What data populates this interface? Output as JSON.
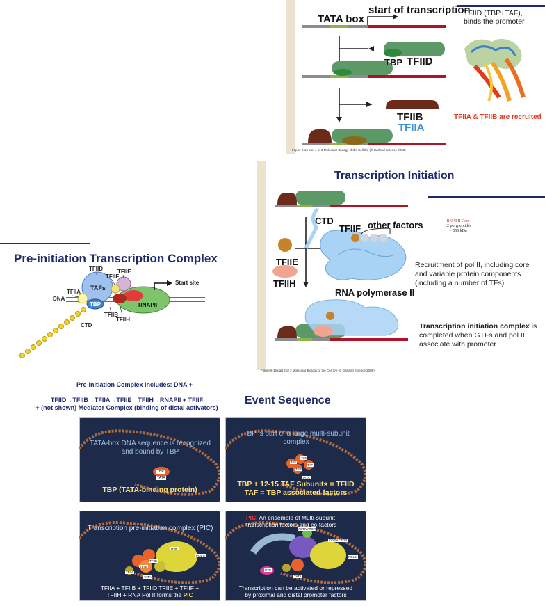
{
  "panel_tfiid": {
    "tata_box": "TATA box",
    "start_of_transcription": "start of transcription",
    "tbp": "TBP",
    "tfiid": "TFIID",
    "tfiib": "TFIIB",
    "tfiia": "TFIIA",
    "tfiid_note": "TFIID (TBP+TAF), binds the promoter",
    "recruited_note": "TFIIA & TFIIB are recruited",
    "figure_caption": "Figure 6-16 part 1 of 3  Molecular Biology of the Cell 5/e (© Garland Science 2008)",
    "colors": {
      "dna_gray": "#8c8c8c",
      "dna_red": "#b01227",
      "tata_green": "#8fb24a",
      "tbp_green": "#5b9a66",
      "tfiib_brown": "#6b2a1a",
      "tfiia_blue": "#3a8fd8",
      "note_red": "#e03a1e"
    }
  },
  "panel_initiation": {
    "title": "Transcription Initiation",
    "ctd": "CTD",
    "tfiif": "TFIIF",
    "other_factors": "other factors",
    "tfiie": "TFIIE",
    "tfiih": "TFIIH",
    "rna_polymerase": "RNA polymerase II",
    "rnapii_core_title": "RNAPII Core",
    "rnapii_core_line2": "12 polypeptides",
    "rnapii_core_line3": "~ 550 kDa",
    "recruitment_note": "Recruitment of pol II, including core and variable protein components (including a number of TFs).",
    "complex_bold": "Transcription initiation complex",
    "complex_rest": "is completed when GTFs and pol II associate with promoter",
    "figure_caption": "Figure 6-16 part 2 of 3  Molecular Biology of the Cell 5/e (© Garland Science 2008)"
  },
  "panel_pic": {
    "title": "Pre-initiation Transcription Complex",
    "labels": {
      "tfiid": "TFIID",
      "tfiie": "TFIIE",
      "tfiia": "TFIIA",
      "tfiif": "TFIIF",
      "tafs": "TAFs",
      "dna": "DNA",
      "tbp": "TBP",
      "rnapii": "RNAPII",
      "start_site": "Start site",
      "tfiib": "TFIIB",
      "tfiih": "TFIIH",
      "ctd": "CTD"
    },
    "includes": "Pre-initiation Complex Includes: DNA +",
    "sequence_line1": "TFIID→TFIIB→TFIIA→TFIIE→TFIIH→RNAPII + TFIIF",
    "sequence_line2": "+ (not shown) Mediator Complex (binding of distal activators)"
  },
  "event_sequence": {
    "title": "Event Sequence",
    "slides": [
      {
        "top_text": "TATA-box DNA sequence is recognized and bound by TBP",
        "bottom_text": "TBP (TATA-binding protein)",
        "tags": [
          "TBP",
          "TATA"
        ]
      },
      {
        "top_text": "TBP is part of a large multi-subunit complex",
        "bottom_line1": "TBP + 12-15 TAF Subunits = TFIID",
        "bottom_line2": "TAF = TBP associated factors",
        "tags": [
          "TAF",
          "TAF",
          "TBP",
          "TAF",
          "TATA"
        ]
      },
      {
        "top_text": "Transcription pre-initiation complex (PIC)",
        "bottom_line1": "TFIIA + TFIIB + TFIID TFIIE + TFIIF +",
        "bottom_line2": "TFIIH + RNA Pol II forms the",
        "bottom_highlight": "PIC",
        "tags": [
          "TFIIF",
          "POL II",
          "TFIIE",
          "TFIIB",
          "TFIIA",
          "TATA"
        ]
      },
      {
        "pic_label": "PIC",
        "pic_text": ": An ensemble of Multi-subunit transcription factors and co-factors",
        "activator": "ACTIVATOR",
        "co_factor": "CO-FACTOR",
        "pol": "POL II",
        "bottom_line1": "Transcription can be activated or repressed",
        "bottom_line2": "by proximal and distal promoter factors",
        "tags": [
          "GTF",
          "TATA"
        ]
      }
    ]
  }
}
